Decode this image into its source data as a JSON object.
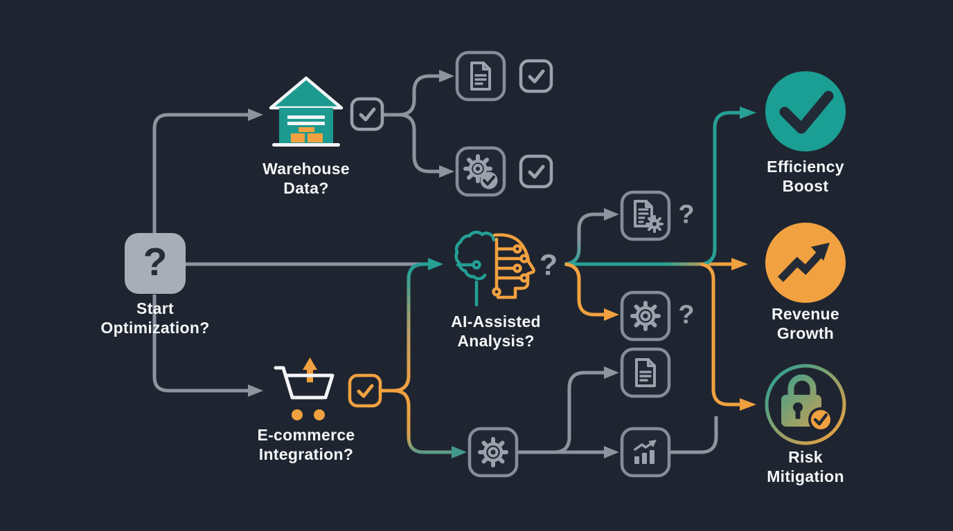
{
  "colors": {
    "background": "#1f2530",
    "teal": "#27a096",
    "orange": "#f2a140",
    "line_gray": "#8c949f",
    "icon_gray": "#9aa2ad",
    "box_stroke": "#848d99",
    "text_white": "#f3f5f7",
    "dark_glyph": "#242b36"
  },
  "labels": {
    "start": "Start\nOptimization?",
    "warehouse": "Warehouse\nData?",
    "ai": "AI-Assisted\nAnalysis?",
    "ecommerce": "E-commerce\nIntegration?",
    "efficiency": "Efficiency\nBoost",
    "revenue": "Revenue\nGrowth",
    "risk": "Risk\nMitigation"
  },
  "symbols": {
    "start_question": "?",
    "ai_question": "?",
    "doc_gear_question": "?",
    "gear_question": "?"
  }
}
